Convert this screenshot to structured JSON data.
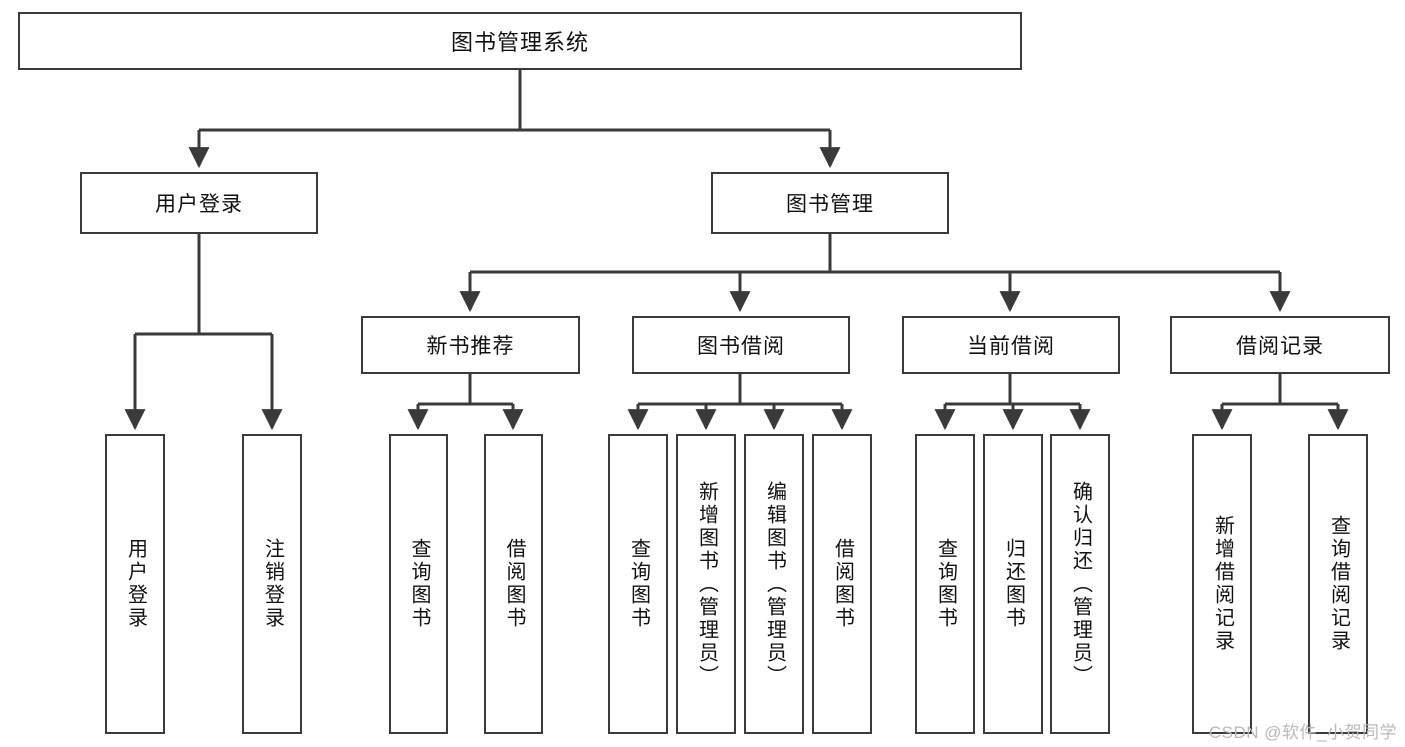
{
  "diagram": {
    "type": "tree",
    "title": "图书管理系统",
    "orientation": "top-down",
    "levels": 4,
    "colors": {
      "box_border": "#3a3a3a",
      "box_fill": "#ffffff",
      "edge": "#3a3a3a",
      "text": "#111111",
      "watermark": "#b9b9b9"
    },
    "nodes": {
      "root": {
        "label": "图书管理系统"
      },
      "level1": [
        {
          "id": "user-login",
          "label": "用户登录"
        },
        {
          "id": "book-management",
          "label": "图书管理"
        }
      ],
      "level2": [
        {
          "id": "new-book-recommend",
          "label": "新书推荐"
        },
        {
          "id": "book-borrow",
          "label": "图书借阅"
        },
        {
          "id": "current-borrow",
          "label": "当前借阅"
        },
        {
          "id": "borrow-record",
          "label": "借阅记录"
        }
      ],
      "leaves": {
        "user_login": [
          {
            "id": "leaf-user-login",
            "label": "用户登录"
          },
          {
            "id": "leaf-logout",
            "label": "注销登录"
          }
        ],
        "new_book_recommend": [
          {
            "id": "leaf-query-book-1",
            "label": "查询图书"
          },
          {
            "id": "leaf-borrow-book-1",
            "label": "借阅图书"
          }
        ],
        "book_borrow": [
          {
            "id": "leaf-query-book-2",
            "label": "查询图书"
          },
          {
            "id": "leaf-add-book",
            "label": "新增图书（管理员）"
          },
          {
            "id": "leaf-edit-book",
            "label": "编辑图书（管理员）"
          },
          {
            "id": "leaf-borrow-book-2",
            "label": "借阅图书"
          }
        ],
        "current_borrow": [
          {
            "id": "leaf-query-book-3",
            "label": "查询图书"
          },
          {
            "id": "leaf-return-book",
            "label": "归还图书"
          },
          {
            "id": "leaf-confirm-return",
            "label": "确认归还（管理员）"
          }
        ],
        "borrow_record": [
          {
            "id": "leaf-add-record",
            "label": "新增借阅记录"
          },
          {
            "id": "leaf-query-record",
            "label": "查询借阅记录"
          }
        ]
      }
    }
  },
  "watermark": {
    "text": "CSDN @软件_小贺同学"
  }
}
